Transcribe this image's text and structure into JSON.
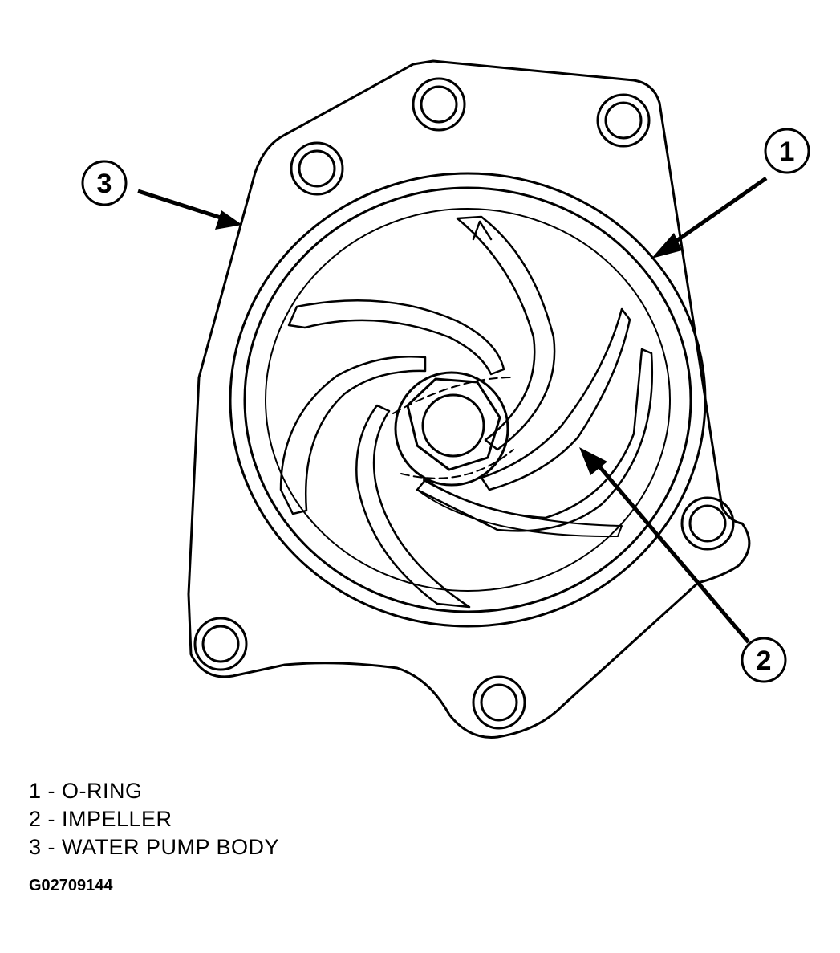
{
  "callouts": [
    {
      "number": "1",
      "part": "O-RING"
    },
    {
      "number": "2",
      "part": "IMPELLER"
    },
    {
      "number": "3",
      "part": "WATER PUMP BODY"
    }
  ],
  "legend": [
    "1 - O-RING",
    "2 - IMPELLER",
    "3 - WATER PUMP BODY"
  ],
  "figure_id": "G02709144"
}
